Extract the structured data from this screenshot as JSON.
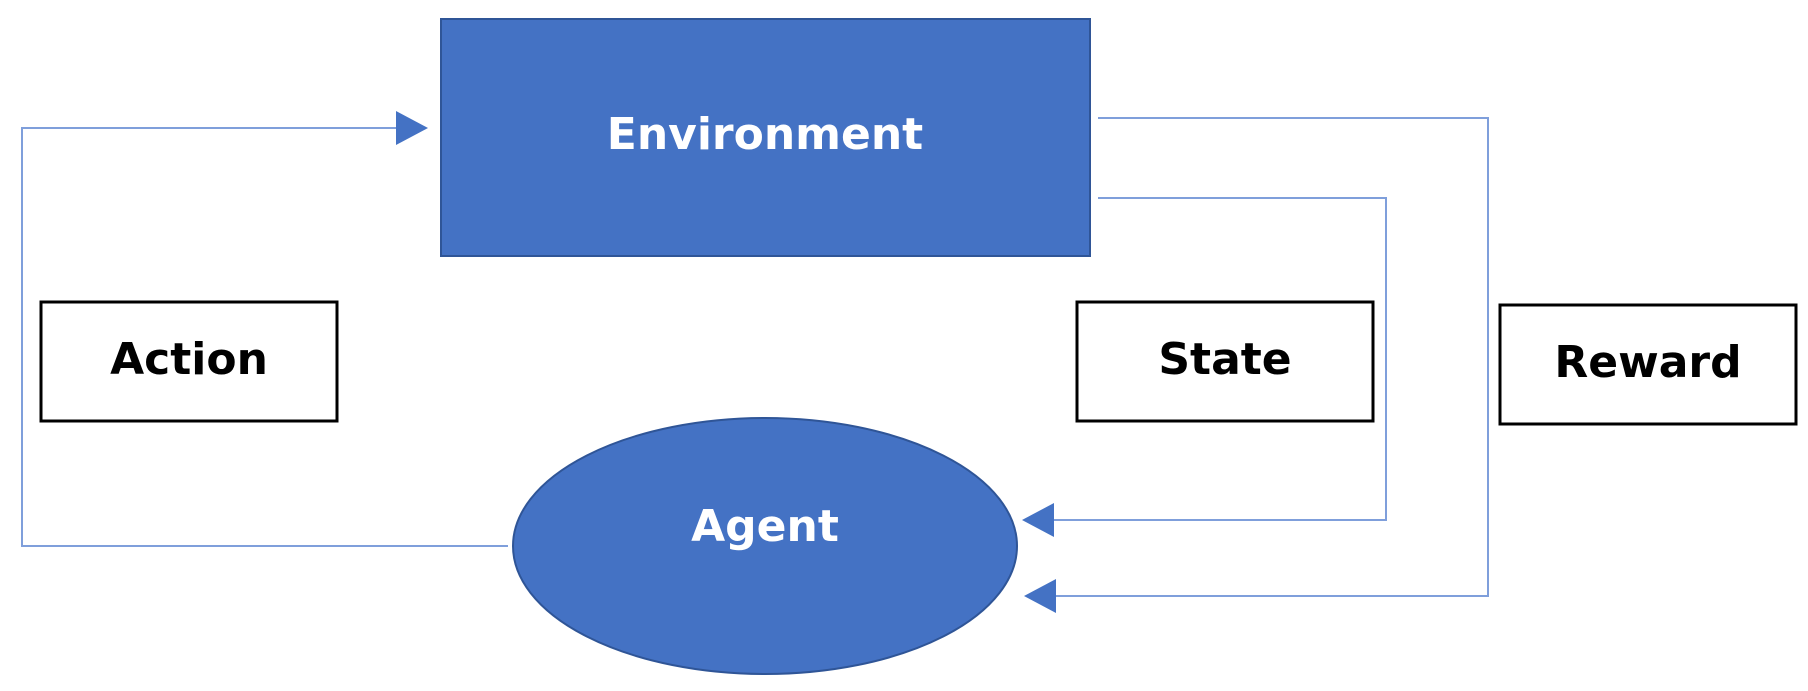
{
  "nodes": {
    "environment": "Environment",
    "agent": "Agent"
  },
  "labels": {
    "action": "Action",
    "state": "State",
    "reward": "Reward"
  },
  "colors": {
    "node_fill": "#4472C4",
    "node_stroke": "#2F5597",
    "connector": "#7F9FDB",
    "arrowhead": "#4472C4",
    "node_text": "#FFFFFF",
    "label_text": "#000000",
    "label_border": "#000000"
  }
}
